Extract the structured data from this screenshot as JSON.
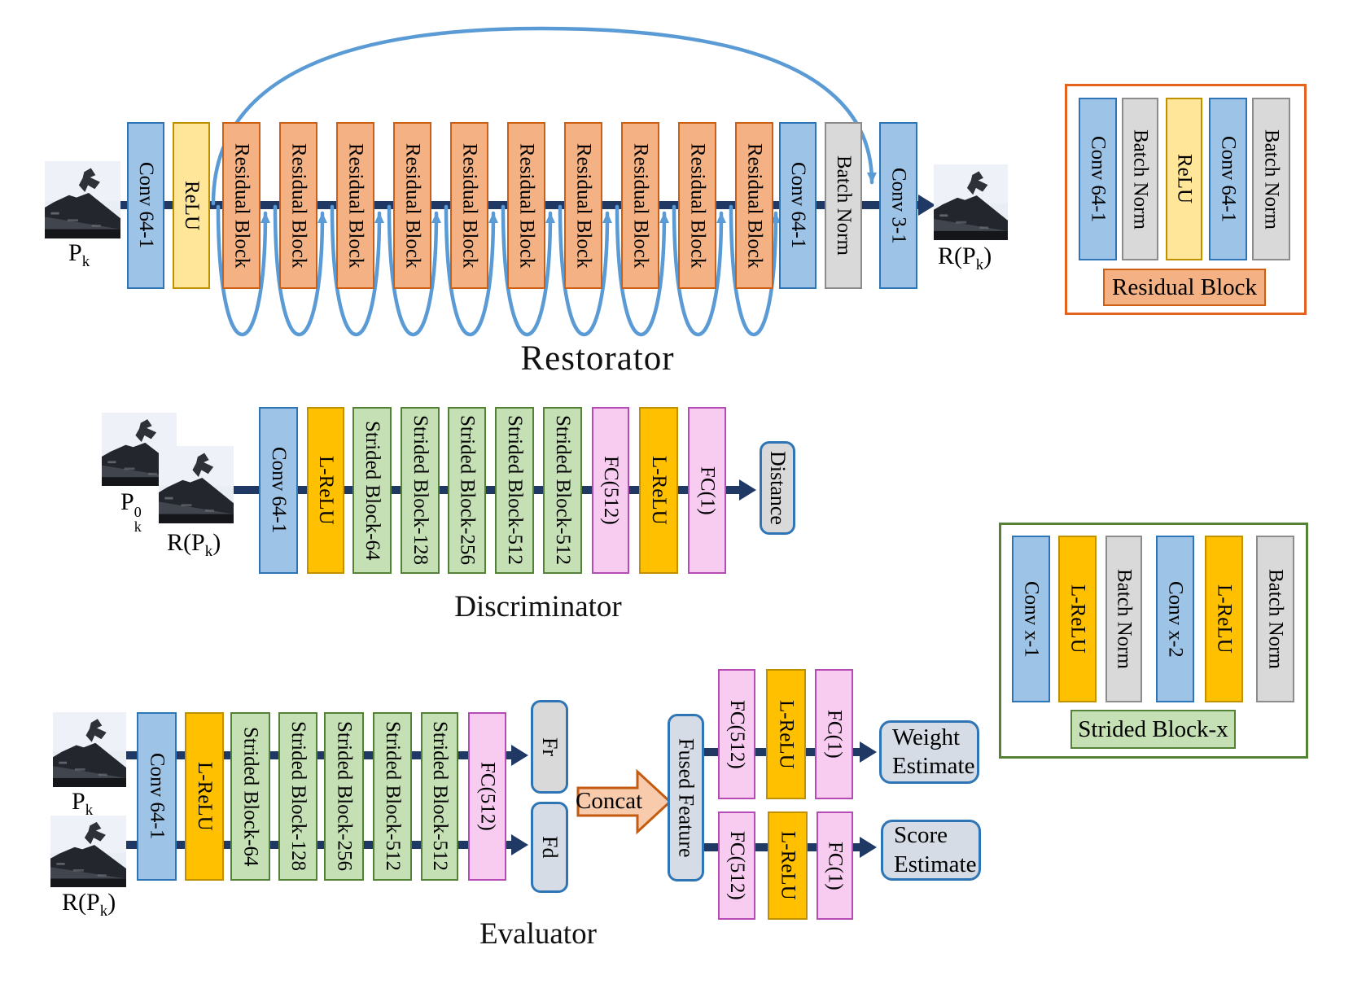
{
  "figure": {
    "restorator_title": "Restorator",
    "discriminator_title": "Discriminator",
    "evaluator_title": "Evaluator"
  },
  "colors": {
    "navy_line": "#1F3864",
    "skip_arc_blue": "#5B9BD5",
    "conv_fill": "#9DC3E6",
    "conv_border": "#2E75B6",
    "relu_fill": "#FFE699",
    "residual_fill": "#F4B183",
    "residual_border": "#CC5F14",
    "lrelu_fill": "#FFC000",
    "strided_fill": "#C5E0B4",
    "strided_border": "#538135",
    "fc_fill": "#F8CBF0",
    "fc_border": "#B54CB5",
    "gray_fill": "#D9D9D9",
    "bluegray_fill": "#D6DCE5",
    "concat_fill": "#F8CBAD"
  },
  "io": {
    "pk": {
      "pre": "P",
      "sub": "k"
    },
    "rpk": {
      "pre": "R(P",
      "sub": "k",
      "post": ")"
    },
    "pk0": {
      "pre": "P",
      "sup": "0",
      "sub": "k"
    }
  },
  "restorator": {
    "blocks": [
      "Conv 64-1",
      "ReLU",
      "Residual Block",
      "Residual Block",
      "Residual Block",
      "Residual Block",
      "Residual Block",
      "Residual Block",
      "Residual Block",
      "Residual Block",
      "Residual Block",
      "Residual Block",
      "Conv 64-1",
      "Batch Norm",
      "Conv 3-1"
    ]
  },
  "discriminator": {
    "blocks": [
      "Conv 64-1",
      "L-ReLU",
      "Strided Block-64",
      "Strided Block-128",
      "Strided Block-256",
      "Strided Block-512",
      "Strided Block-512",
      "FC(512)",
      "L-ReLU",
      "FC(1)"
    ],
    "output": "Distance"
  },
  "evaluator": {
    "blocks": [
      "Conv 64-1",
      "L-ReLU",
      "Strided Block-64",
      "Strided Block-128",
      "Strided Block-256",
      "Strided Block-512",
      "Strided Block-512",
      "FC(512)"
    ],
    "feature_r": "Fr",
    "feature_d": "Fd",
    "concat": "Concat",
    "fused": "Fused Feature",
    "weight_branch": [
      "FC(512)",
      "L-ReLU",
      "FC(1)"
    ],
    "score_branch": [
      "FC(512)",
      "L-ReLU",
      "FC(1)"
    ],
    "weight_out": {
      "line1": "Weight",
      "line2": "Estimate"
    },
    "score_out": {
      "line1": "Score",
      "line2": "Estimate"
    }
  },
  "legend_residual": {
    "blocks": [
      "Conv 64-1",
      "Batch Norm",
      "ReLU",
      "Conv 64-1",
      "Batch Norm"
    ],
    "caption": "Residual Block"
  },
  "legend_strided": {
    "blocks": [
      "Conv x-1",
      "L-ReLU",
      "Batch Norm",
      "Conv x-2",
      "L-ReLU",
      "Batch Norm"
    ],
    "caption": "Strided Block-x"
  }
}
